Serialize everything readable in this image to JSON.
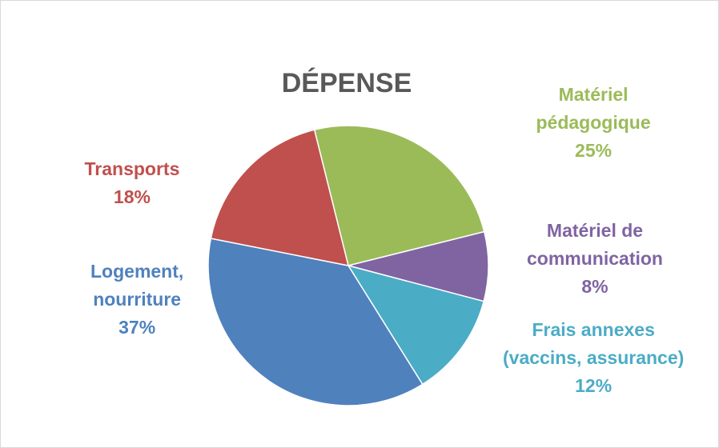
{
  "chart_data": {
    "type": "pie",
    "title": "DÉPENSE",
    "slices": [
      {
        "label_lines": [
          "Matériel",
          "pédagogique"
        ],
        "percent_label": "25%",
        "value": 25,
        "color": "#9bbb59"
      },
      {
        "label_lines": [
          "Matériel de",
          "communication"
        ],
        "percent_label": "8%",
        "value": 8,
        "color": "#8064a2"
      },
      {
        "label_lines": [
          "Frais annexes",
          "(vaccins, assurance)"
        ],
        "percent_label": "12%",
        "value": 12,
        "color": "#4bacc6"
      },
      {
        "label_lines": [
          "Logement,",
          "nourriture"
        ],
        "percent_label": "37%",
        "value": 37,
        "color": "#4f81bd"
      },
      {
        "label_lines": [
          "Transports"
        ],
        "percent_label": "18%",
        "value": 18,
        "color": "#c0504d"
      }
    ]
  }
}
